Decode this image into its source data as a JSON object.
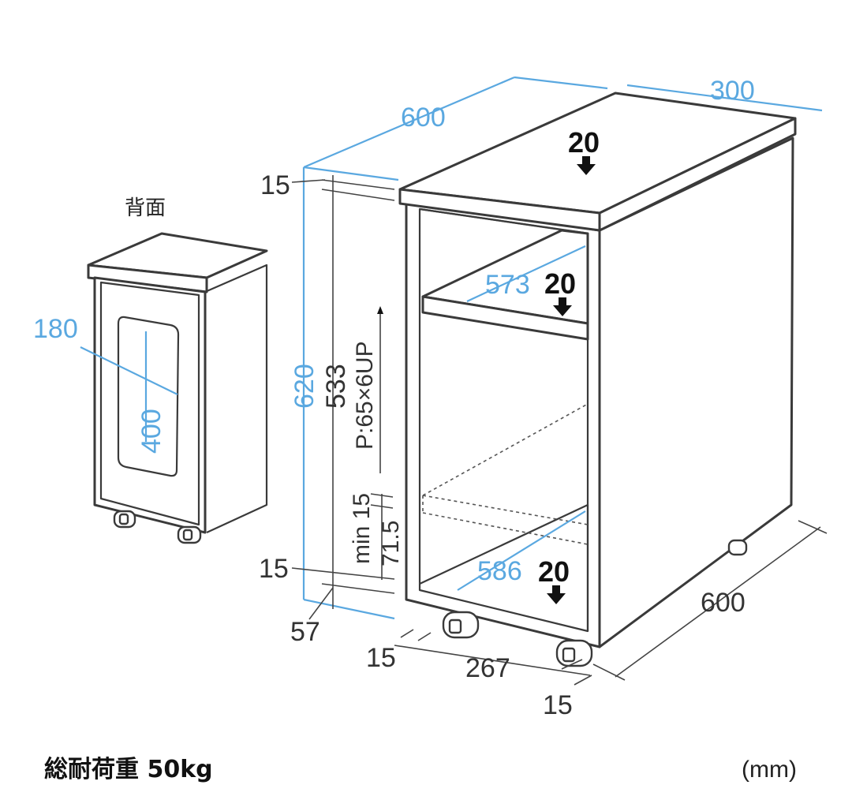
{
  "back_view": {
    "label": "背面",
    "opening_width": "180",
    "opening_height": "400"
  },
  "dimensions": {
    "top_width": "600",
    "top_depth": "300",
    "height_total": "620",
    "inner_height": "533",
    "pitch": "P:65×6UP",
    "top_thickness": "15",
    "bottom_thickness": "15",
    "min_shelf": "min 15",
    "lowest_position": "71.5",
    "caster_height": "57",
    "shelf_depth": "573",
    "bottom_depth": "586",
    "side_board_left": "15",
    "inner_width": "267",
    "side_board_right": "15",
    "base_depth": "600"
  },
  "loads": {
    "top": "20",
    "shelf": "20",
    "bottom": "20"
  },
  "footer": {
    "capacity": "総耐荷重 50kg",
    "unit": "(mm)"
  },
  "icons": {
    "load_arrow": "down-arrow-icon",
    "caster": "caster-wheel-icon"
  }
}
